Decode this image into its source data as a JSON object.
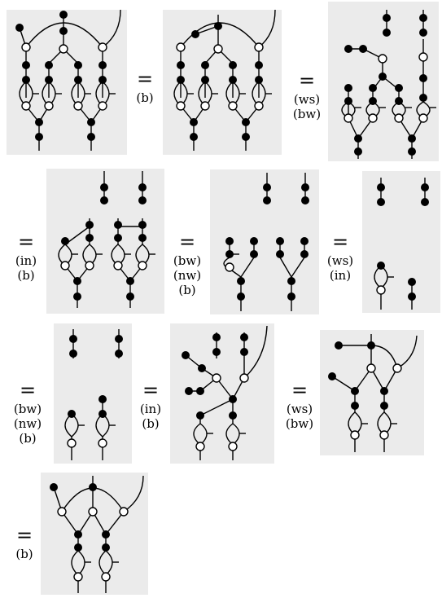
{
  "equals_symbol": "=",
  "steps": [
    {
      "rules": [
        "(b)"
      ]
    },
    {
      "rules": [
        "(ws)",
        "(bw)"
      ]
    },
    {
      "rules": [
        "(in)",
        "(b)"
      ]
    },
    {
      "rules": [
        "(bw)",
        "(nw)",
        "(b)"
      ]
    },
    {
      "rules": [
        "(ws)",
        "(in)"
      ]
    },
    {
      "rules": [
        "(bw)",
        "(nw)",
        "(b)"
      ]
    },
    {
      "rules": [
        "(in)",
        "(b)"
      ]
    },
    {
      "rules": [
        "(ws)",
        "(bw)"
      ]
    },
    {
      "rules": [
        "(b)"
      ]
    }
  ]
}
